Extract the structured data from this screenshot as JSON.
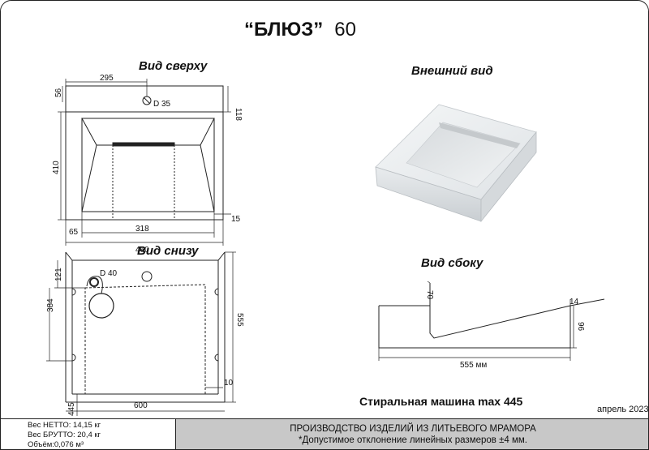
{
  "title": {
    "name": "“БЛЮЗ”",
    "size": "60"
  },
  "views": {
    "top": "Вид сверху",
    "exterior": "Внешний вид",
    "bottom": "Вид снизу",
    "side": "Вид сбоку"
  },
  "top_view_dims": {
    "width_top": "295",
    "back_edge": "56",
    "right_back": "118",
    "drain": "D 35",
    "height": "410",
    "front_edge": "15",
    "slot_width": "318",
    "side_margin": "65",
    "total_width": "460"
  },
  "bottom_view_dims": {
    "drain": "D 40",
    "depth_121": "121",
    "depth_384": "384",
    "total_depth": "555",
    "front_gap": "10",
    "side_445": "445",
    "width": "600"
  },
  "side_view_dims": {
    "angle_top": "70",
    "thickness_14": "14",
    "height": "96",
    "length": "555 мм"
  },
  "washer_note": "Стиральная машина max 445",
  "date": "апрель 2023",
  "specs": {
    "net": "Вес НЕТТО: 14,15 кг",
    "gross": "Вес БРУТТО: 20,4 кг",
    "volume": "Объём:0,076 м³"
  },
  "notes": {
    "line1": "ПРОИЗВОДСТВО ИЗДЕЛИЙ ИЗ ЛИТЬЕВОГО МРАМОРА",
    "line2": "*Допустимое отклонение линейных размеров ±4 мм."
  }
}
